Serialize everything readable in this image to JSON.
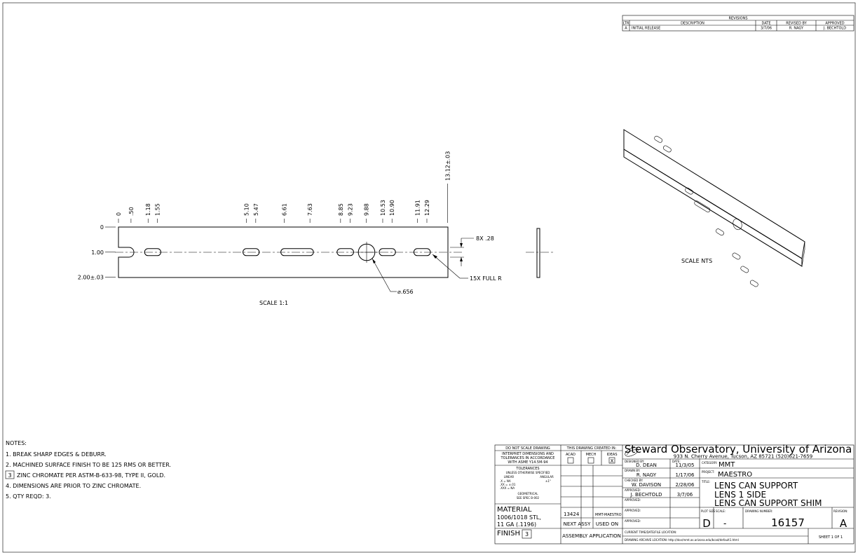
{
  "revisions": {
    "title": "REVISIONS",
    "headers": [
      "LTR",
      "DESCRIPTION",
      "DATE",
      "REVISED BY",
      "APPROVED"
    ],
    "rows": [
      [
        "A",
        "INITIAL RELEASE",
        "3/7/06",
        "R. NAGY",
        "J. BECHTOLD"
      ]
    ]
  },
  "front_view": {
    "dims_x": [
      {
        "label": "0",
        "x": 0
      },
      {
        "label": ".50",
        "x": 0.5
      },
      {
        "label": "1.18",
        "x": 1.18
      },
      {
        "label": "1.55",
        "x": 1.55
      },
      {
        "label": "5.10",
        "x": 5.1
      },
      {
        "label": "5.47",
        "x": 5.47
      },
      {
        "label": "6.61",
        "x": 6.61
      },
      {
        "label": "7.63",
        "x": 7.63
      },
      {
        "label": "8.85",
        "x": 8.85
      },
      {
        "label": "9.23",
        "x": 9.23
      },
      {
        "label": "9.88",
        "x": 9.88
      },
      {
        "label": "10.53",
        "x": 10.53
      },
      {
        "label": "10.90",
        "x": 10.9
      },
      {
        "label": "11.91",
        "x": 11.91
      },
      {
        "label": "12.29",
        "x": 12.29
      },
      {
        "label": "13.12±.03",
        "x": 13.12
      }
    ],
    "dims_y": [
      {
        "label": "0",
        "y": 0
      },
      {
        "label": "1.00",
        "y": 1.0
      },
      {
        "label": "2.00±.03",
        "y": 2.0
      }
    ],
    "callout_width": "8X .28",
    "callout_radius": "15X FULL R",
    "callout_hole": "⌀.656",
    "scale_label": "SCALE 1:1"
  },
  "iso_view": {
    "scale_label": "SCALE NTS"
  },
  "notes": {
    "title": "NOTES:",
    "items": [
      "1. BREAK SHARP EDGES & DEBURR.",
      "2. MACHINED SURFACE FINISH TO BE 125 RMS OR BETTER.",
      "ZINC CHROMATE PER ASTM-B-633-98, TYPE II, GOLD.",
      "4. DIMENSIONS ARE PRIOR TO ZINC CHROMATE.",
      "5. QTY REQD: 3."
    ],
    "note3_flag": "3"
  },
  "title_block": {
    "no_scale": "DO NOT SCALE DRAWING",
    "interpret": [
      "INTERPRET DIMENSIONS AND",
      "TOLERANCES IN ACCORDANCE",
      "WITH ASME Y14.5M-94"
    ],
    "tolerances_title": "TOLERANCES",
    "tolerances_sub": "UNLESS OTHERWISE SPECIFIED",
    "linear": "LINEAR",
    "angular": "ANGULAR",
    "tol_lines": [
      ".X = NA",
      ".XX = ±.01",
      ".XXX = NA"
    ],
    "angular_val": "±1°",
    "geometrical": "GEOMETRICAL",
    "geo_spec": "SEE SPEC B-002",
    "material_label": "MATERIAL",
    "material_lines": [
      "1006/1018 STL,",
      "11 GA (.1196)"
    ],
    "finish_label": "FINISH",
    "finish_flag": "3",
    "created_in": "THIS DRAWING CREATED IN:",
    "cad_opts": [
      "ACAD",
      "MECH",
      "IDEAS"
    ],
    "cad_checked": "X",
    "next_assy_vals": [
      "13424",
      "MMT-MAESTRO"
    ],
    "next_assy": "NEXT ASSY",
    "used_on": "USED ON",
    "application": "ASSEMBLY APPLICATION",
    "org": "Steward Observatory, University of Arizona",
    "address": "933 N. Cherry Avenue, Tucson, AZ  85721  (520)621-7659",
    "designed_by_label": "DESIGNED BY:",
    "designed_by": "D. DEAN",
    "date_label": "DATE:",
    "designed_date": "11/3/05",
    "drawn_by_label": "DRAWN BY:",
    "drawn_by": "R. NAGY",
    "drawn_date": "1/17/06",
    "checked_by_label": "CHECKED BY:",
    "checked_by": "W. DAVISON",
    "checked_date": "2/28/06",
    "approved_label": "APPROVED:",
    "approved_by": "J. BECHTOLD",
    "approved_date": "3/7/06",
    "category_label": "CATEGORY:",
    "category": "MMT",
    "project_label": "PROJECT:",
    "project": "MAESTRO",
    "title_label": "TITLE:",
    "title_lines": [
      "LENS CAN SUPPORT",
      "LENS 1 SIDE",
      "LENS CAN SUPPORT SHIM"
    ],
    "plot_size_label": "PLOT SIZE",
    "plot_size": "D",
    "scale_label": "SCALE:",
    "scale": "-",
    "dwg_no_label": "DRAWING NUMBER:",
    "dwg_no": "16157",
    "revision_label": "REVISION:",
    "revision": "A",
    "current_loc": "CURRENT TIME/DATE/FILE LOCATION:",
    "archive_loc": "DRAWING ARCHIVE LOCATION: http://dov/mmt.as.arizona.edu/bcad/default1.html",
    "sheet": "SHEET 1 OF 1"
  }
}
